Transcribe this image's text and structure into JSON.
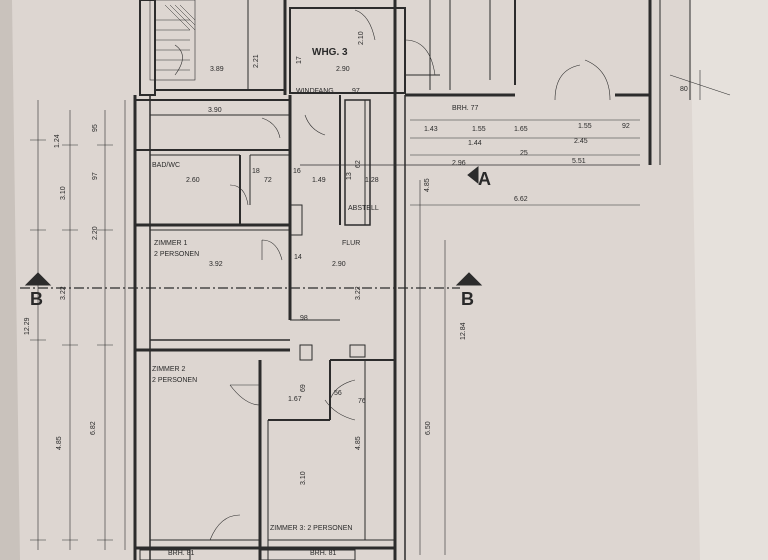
{
  "plan": {
    "unit_title": "WHG. 3",
    "rooms": {
      "bad_wc": "BAD/WC",
      "windfang": "WINDFANG",
      "abstell": "ABSTELL",
      "flur": "FLUR",
      "zimmer1_name": "ZIMMER 1",
      "zimmer1_persons": "2 PERSONEN",
      "zimmer2_name": "ZIMMER 2",
      "zimmer2_persons": "2 PERSONEN",
      "zimmer3": "ZIMMER 3: 2 PERSONEN"
    },
    "section_marks": {
      "a": "A",
      "b_left": "B",
      "b_right": "B"
    },
    "brh_labels": {
      "top": "BRH. 77",
      "bottom_left": "BRH. 81",
      "bottom_right": "BRH. 81"
    },
    "horizontal_dims": {
      "d_389": "3.89",
      "d_290_top": "2.90",
      "d_390": "3.90",
      "d_97": "97",
      "d_260": "2.60",
      "d_149": "1.49",
      "d_128": "1.28",
      "d_18": "18",
      "d_16": "16",
      "d_72": "72",
      "d_392": "3.92",
      "d_290_mid": "2.90",
      "d_14": "14",
      "d_98": "98",
      "d_167": "1.67",
      "d_56": "56",
      "d_76": "76",
      "d_143": "1.43",
      "d_155": "1.55",
      "d_165": "1.65",
      "d_155b": "1.55",
      "d_92": "92",
      "d_144": "1.44",
      "d_245": "2.45",
      "d_296": "2.96",
      "d_25": "25",
      "d_551": "5.51",
      "d_662": "6.62",
      "d_80": "80"
    },
    "vertical_dims": {
      "v_221": "2.21",
      "v_210": "2.10",
      "v_17": "17",
      "v_124": "1.24",
      "v_95": "95",
      "v_97": "97",
      "v_310": "3.10",
      "v_220": "2.20",
      "v_322": "3.22",
      "v_1229": "12.29",
      "v_485_left": "4.85",
      "v_682": "6.82",
      "v_485_mid": "4.85",
      "v_310_low": "3.10",
      "v_650": "6.50",
      "v_1284": "12.84",
      "v_485_right": "4.85",
      "v_322_right": "3.22",
      "v_62": "62",
      "v_13": "13",
      "v_69": "69"
    }
  }
}
